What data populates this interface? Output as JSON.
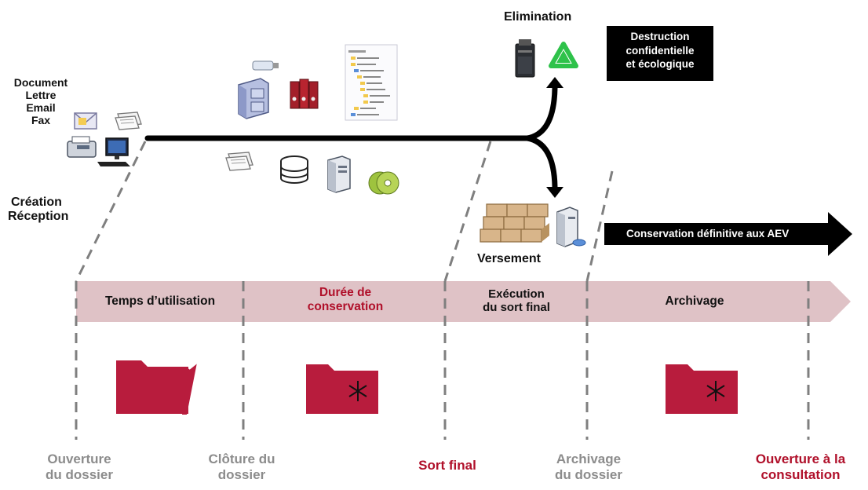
{
  "top_left": {
    "sources": [
      "Document",
      "Lettre",
      "Email",
      "Fax"
    ],
    "creation_line1": "Création",
    "creation_line2": "Réception"
  },
  "branches": {
    "elimination": "Elimination",
    "destruction_line1": "Destruction",
    "destruction_line2": "confidentielle",
    "destruction_line3": "et écologique",
    "versement": "Versement",
    "conservation_definitive": "Conservation définitive aux AEV"
  },
  "phases": {
    "p1": "Temps d’utilisation",
    "p2_line1": "Durée de",
    "p2_line2": "conservation",
    "p3_line1": "Exécution",
    "p3_line2": "du sort final",
    "p4": "Archivage"
  },
  "milestones": {
    "m1_line1": "Ouverture",
    "m1_line2": "du dossier",
    "m2_line1": "Clôture du",
    "m2_line2": "dossier",
    "m3": "Sort final",
    "m4_line1": "Archivage",
    "m4_line2": "du dossier",
    "m5_line1": "Ouverture à la",
    "m5_line2": "consultation"
  },
  "colors": {
    "band": "#dfc2c6",
    "folder": "#b81c3d",
    "accent_red": "#b0102a",
    "grey_label": "#8c8c8c",
    "recycle_green": "#2ec24a"
  }
}
